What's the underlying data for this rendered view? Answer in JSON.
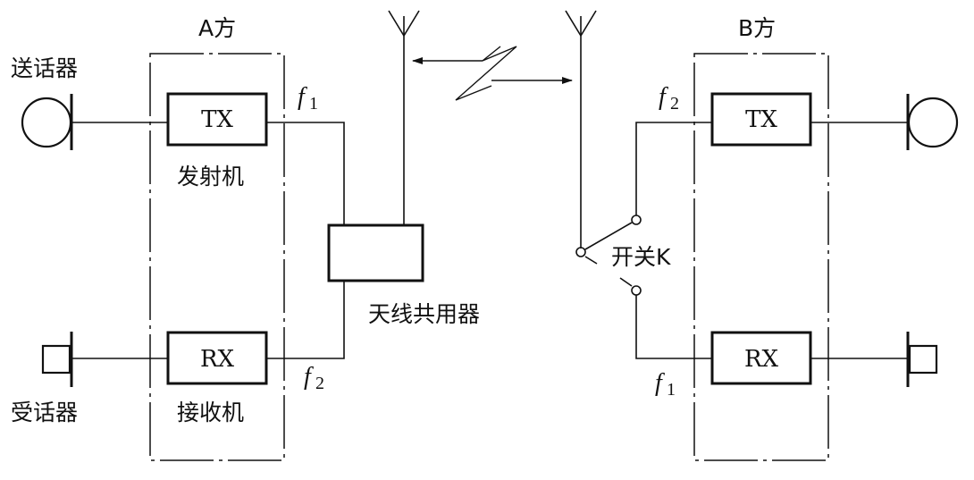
{
  "party_a": {
    "title": "A方",
    "tx": "TX",
    "rx": "RX",
    "tx_name": "发射机",
    "rx_name": "接收机"
  },
  "party_b": {
    "title": "B方",
    "tx": "TX",
    "rx": "RX"
  },
  "microphone_label": "送话器",
  "earphone_label": "受话器",
  "duplexer_label": "天线共用器",
  "switch_label": "开关K",
  "freq": {
    "f_symbol": "f",
    "sub1": "1",
    "sub2": "2"
  }
}
